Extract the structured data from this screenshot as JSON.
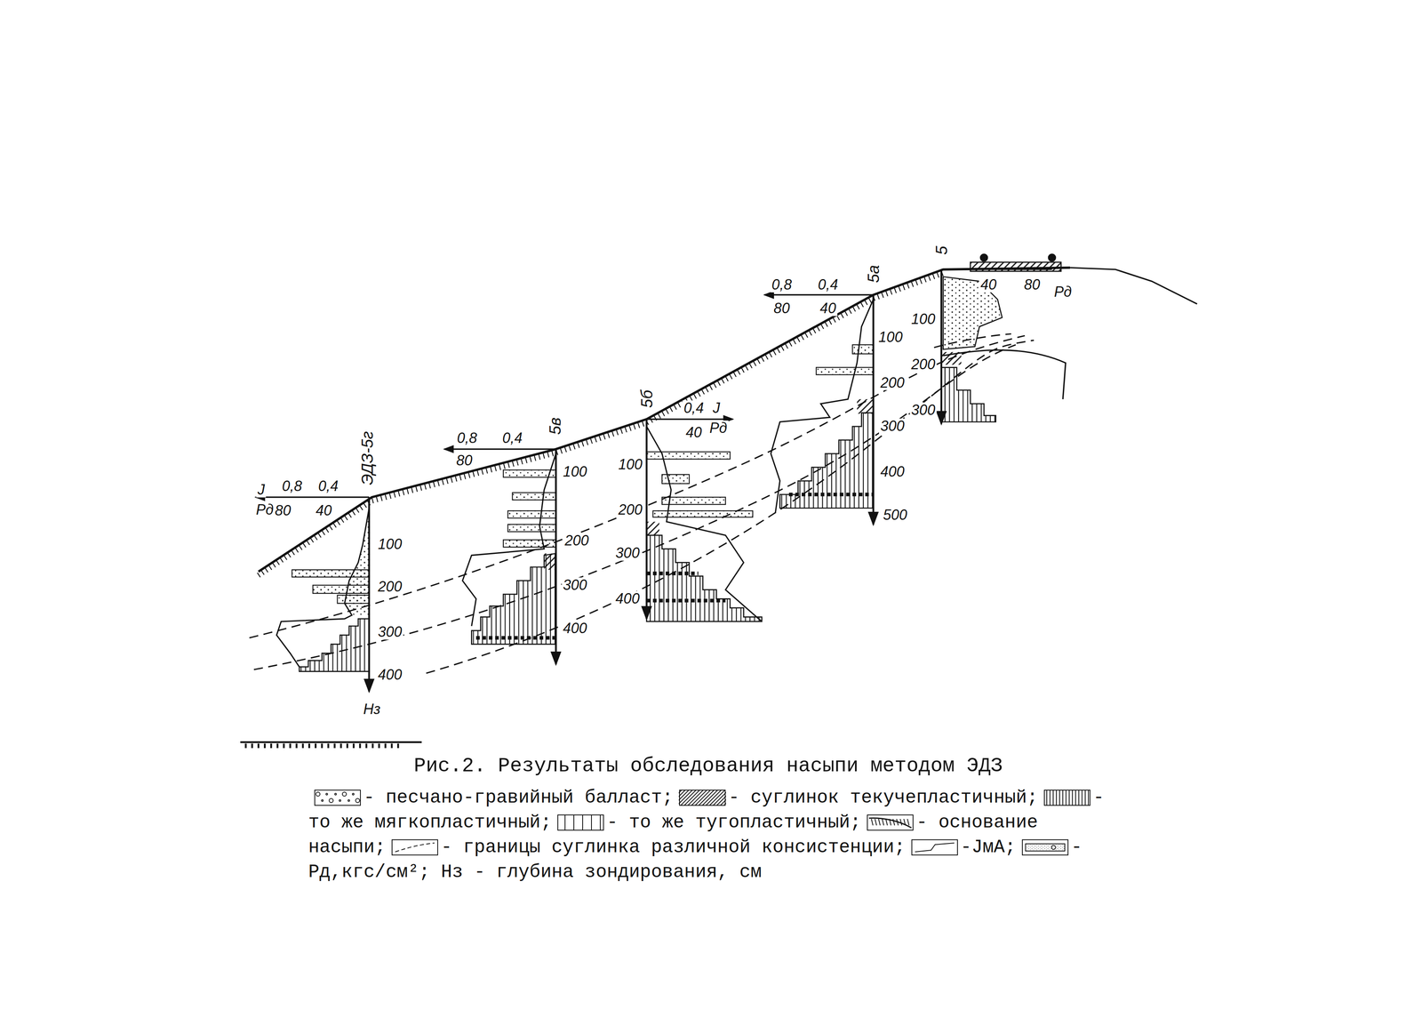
{
  "diagram": {
    "caption": "Рис.2. Результаты обследования насыпи методом ЭДЗ",
    "labels": [
      "ЭДЗ-5г",
      "J",
      "Pд",
      "0,8",
      "0,4",
      "80",
      "40",
      "100",
      "200",
      "300",
      "400",
      "Hз",
      "5в",
      "0,8",
      "0,4",
      "80",
      "100",
      "200",
      "300",
      "400",
      "5б",
      "J",
      "Pд",
      "0,4",
      "40",
      "100",
      "200",
      "300",
      "400",
      "5а",
      "0,8",
      "0,4",
      "80",
      "40",
      "100",
      "200",
      "300",
      "400",
      "500",
      "5",
      "40",
      "80",
      "Pд",
      "100",
      "200",
      "300"
    ],
    "legend": [
      {
        "text": "- песчано-гравийный балласт;"
      },
      {
        "text": "- суглинок текучепластичный;"
      },
      {
        "text": "- то же мягкопластичный;"
      },
      {
        "text": "- то же тугопластичный;"
      },
      {
        "text": "- основание насыпи;"
      },
      {
        "text": "- границы суглинка различной консистенции;"
      },
      {
        "text": "-JмА;"
      },
      {
        "text": "- Pд,кгс/см²; Hз - глубина зондирования, см"
      }
    ]
  }
}
